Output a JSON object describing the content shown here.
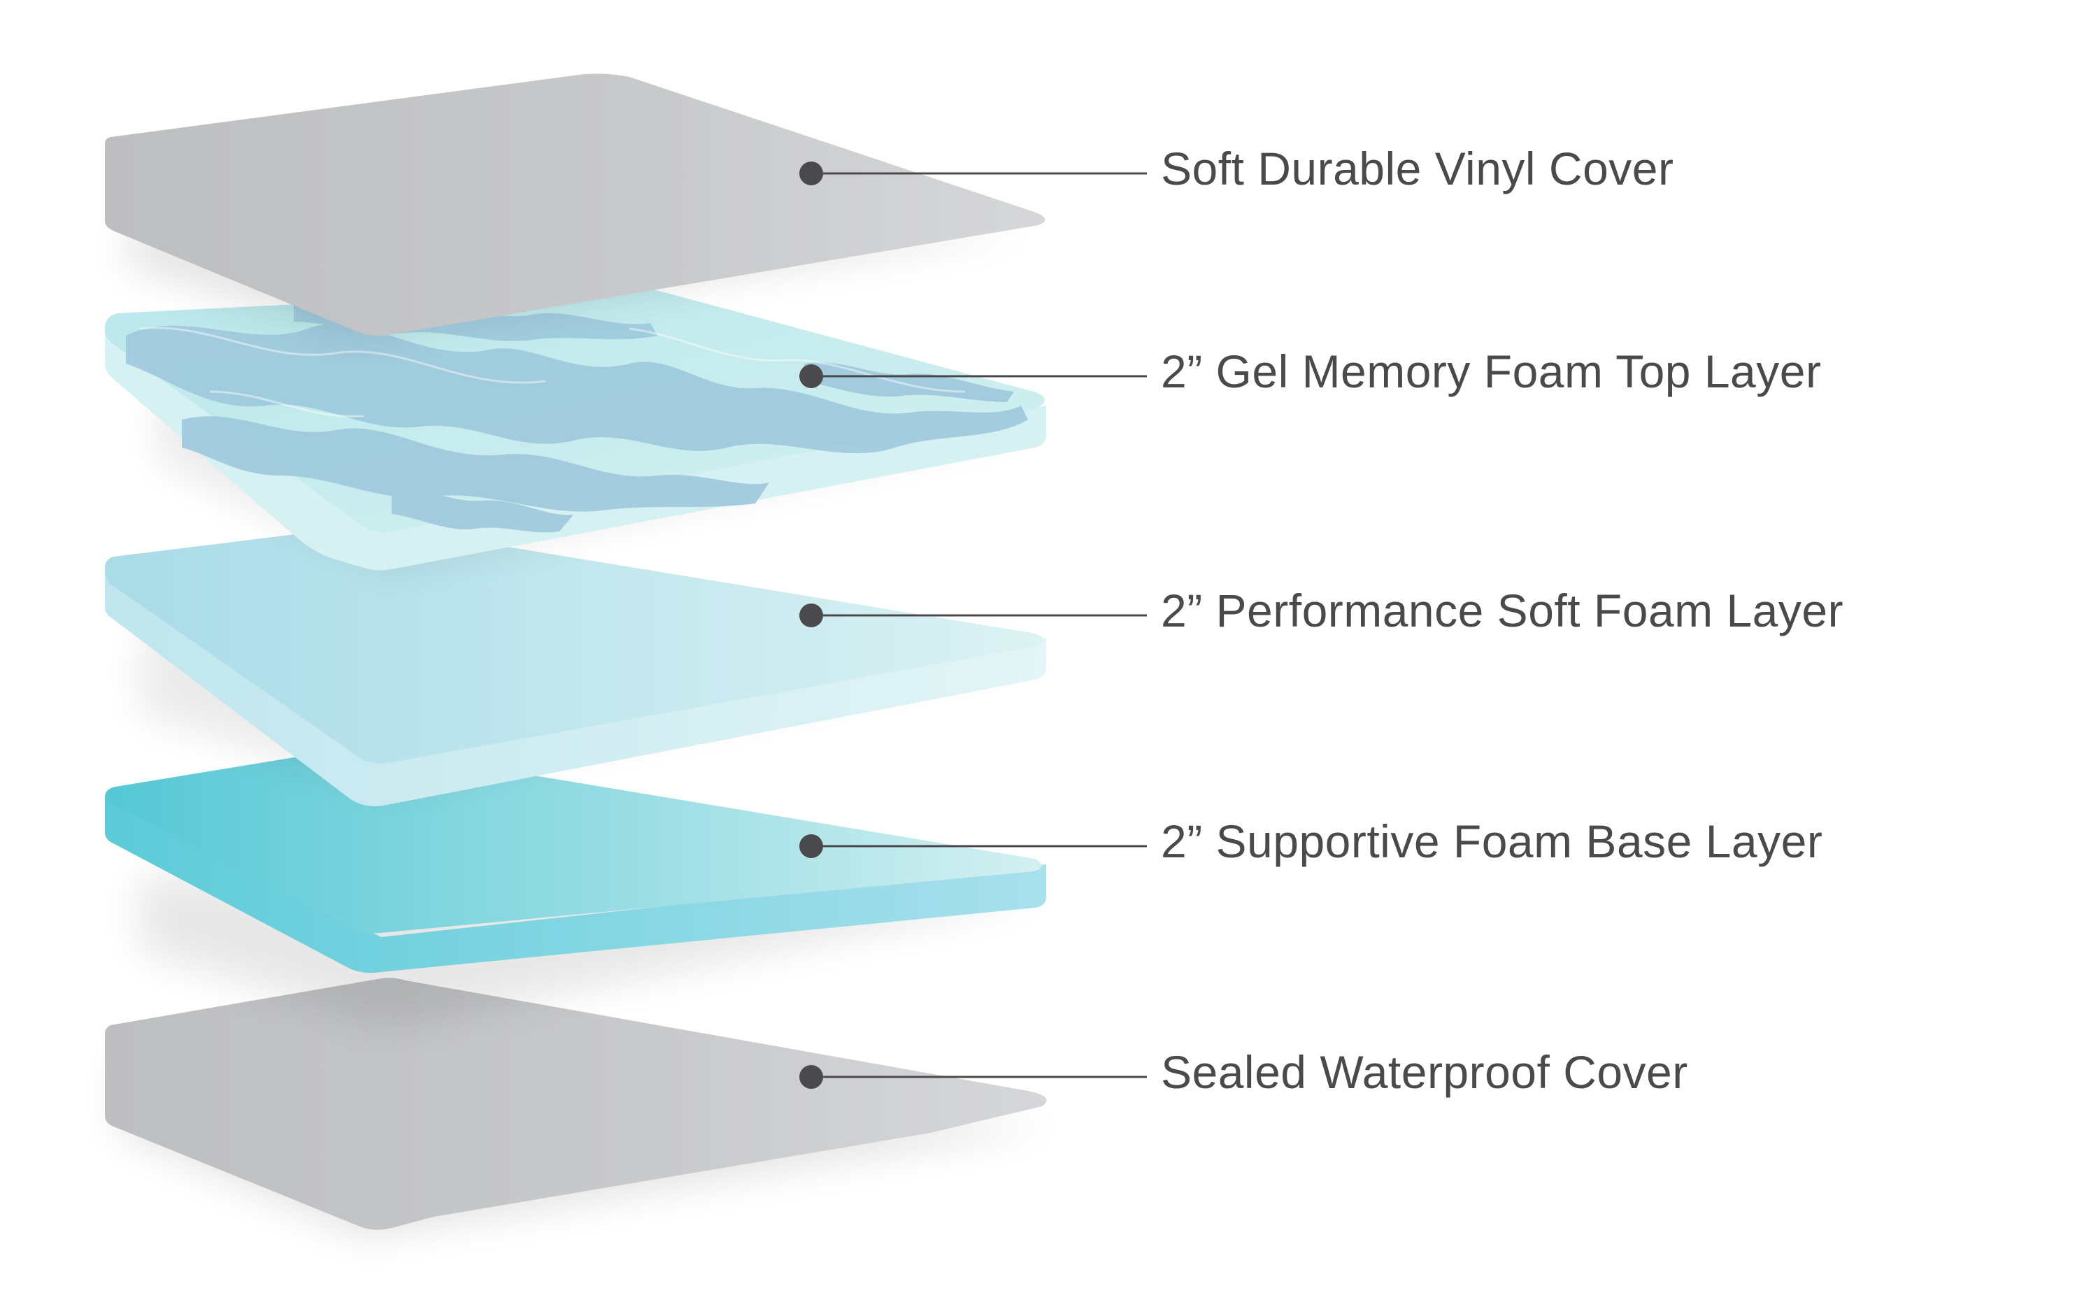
{
  "layers": [
    {
      "id": "vinyl-cover",
      "label": "Soft Durable Vinyl Cover"
    },
    {
      "id": "gel-memory-foam",
      "label": "2” Gel Memory Foam Top Layer"
    },
    {
      "id": "performance-soft-foam",
      "label": "2” Performance Soft Foam Layer"
    },
    {
      "id": "supportive-foam-base",
      "label": "2” Supportive Foam Base Layer"
    },
    {
      "id": "waterproof-cover",
      "label": "Sealed Waterproof Cover"
    }
  ],
  "colors": {
    "cover": "#c9cacc",
    "cover_light": "#dcdddf",
    "gel_base": "#cbeef0",
    "gel_swirl": "#9cc8dc",
    "soft_foam": "#c4e9ef",
    "support_foam": "#5fcbd6",
    "support_foam_light": "#c7eef0",
    "leader": "#4a4a4c",
    "text": "#4a4a4c"
  }
}
